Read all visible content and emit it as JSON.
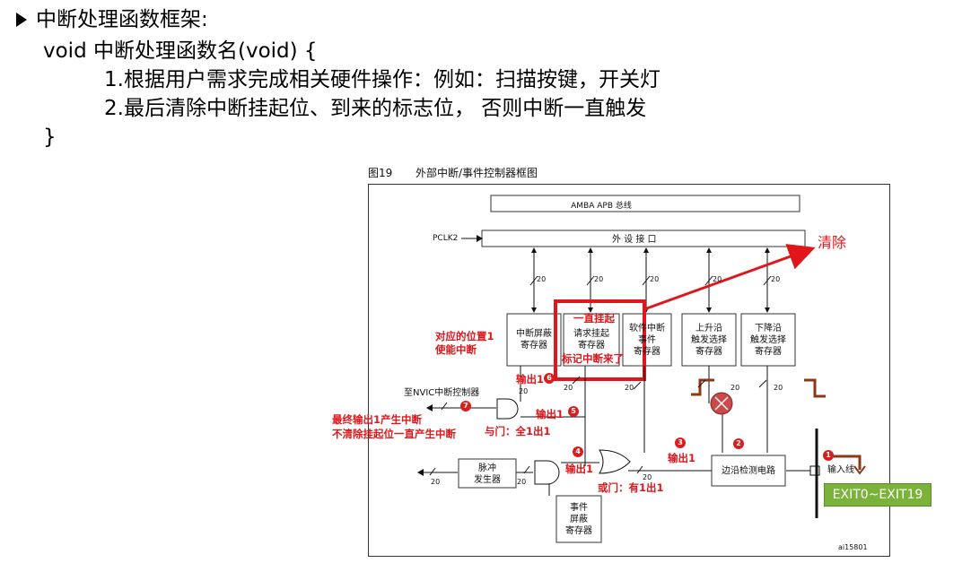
{
  "slide": {
    "heading": "中断处理函数框架:",
    "code_line1": "void  中断处理函数名(void) {",
    "code_line2": "1.根据用户需求完成相关硬件操作：例如：扫描按键，开关灯",
    "code_line3": "2.最后清除中断挂起位、到来的标志位， 否则中断一直触发",
    "code_line4": "}"
  },
  "figure": {
    "title_num": "图19",
    "title_text": "外部中断/事件控制器框图",
    "amba_bus": "AMBA APB 总线",
    "pclk": "PCLK2",
    "peripheral_interface": "外 设 接 口",
    "bus_width": "20",
    "boxes": {
      "int_mask": [
        "中断屏蔽",
        "寄存器"
      ],
      "pending": [
        "请求挂起",
        "寄存器"
      ],
      "sw_int": [
        "软件中断",
        "事件",
        "寄存器"
      ],
      "rising": [
        "上升沿",
        "触发选择",
        "寄存器"
      ],
      "falling": [
        "下降沿",
        "触发选择",
        "寄存器"
      ],
      "pulse": [
        "脉冲",
        "发生器"
      ],
      "event_mask": [
        "事件",
        "屏蔽",
        "寄存器"
      ],
      "edge_detect": "边沿检测电路"
    },
    "nvic_label": "至NVIC中断控制器",
    "input_line": "输入线",
    "figure_id": "ai15801",
    "numbers": [
      "1",
      "2",
      "3",
      "4",
      "5",
      "6",
      "7"
    ]
  },
  "annotations": {
    "clear": "清除",
    "always_pending": "一直挂起",
    "mark_interrupt": "标记中断来了",
    "enable_line1": "对应的位置1",
    "enable_line2": "使能中断",
    "output1_a": "输出1",
    "output1_b": "输出1",
    "output1_c": "输出1",
    "output1_d": "输出1",
    "and_gate": "与门：全1出1",
    "or_gate": "或门：有1出1",
    "final_line1": "最终输出1产生中断",
    "final_line2": "不清除挂起位一直产生中断",
    "exti_range": "EXIT0~EXIT19"
  },
  "colors": {
    "annotation_red": "#e0161b",
    "exti_green": "#7bb23a"
  }
}
